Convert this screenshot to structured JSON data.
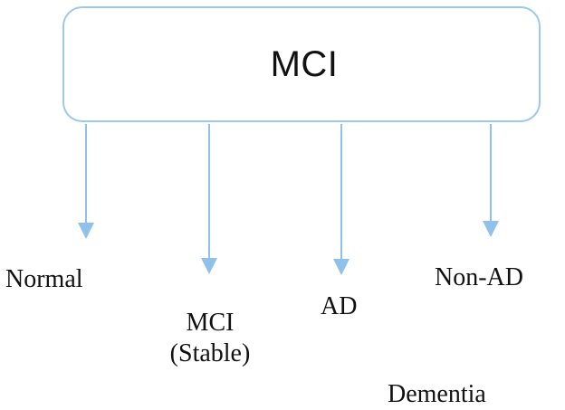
{
  "root": {
    "label": "MCI"
  },
  "outcomes": [
    {
      "id": "normal",
      "label": "Normal"
    },
    {
      "id": "mci-stable",
      "line1": "MCI",
      "line2": "(Stable)"
    },
    {
      "id": "ad",
      "label": "AD"
    },
    {
      "id": "non-ad",
      "label": "Non-AD"
    }
  ],
  "extra_label": "Dementia",
  "colors": {
    "arrow": "#8fc1ea",
    "box_border": "#9cc8ee",
    "text": "#111111"
  }
}
